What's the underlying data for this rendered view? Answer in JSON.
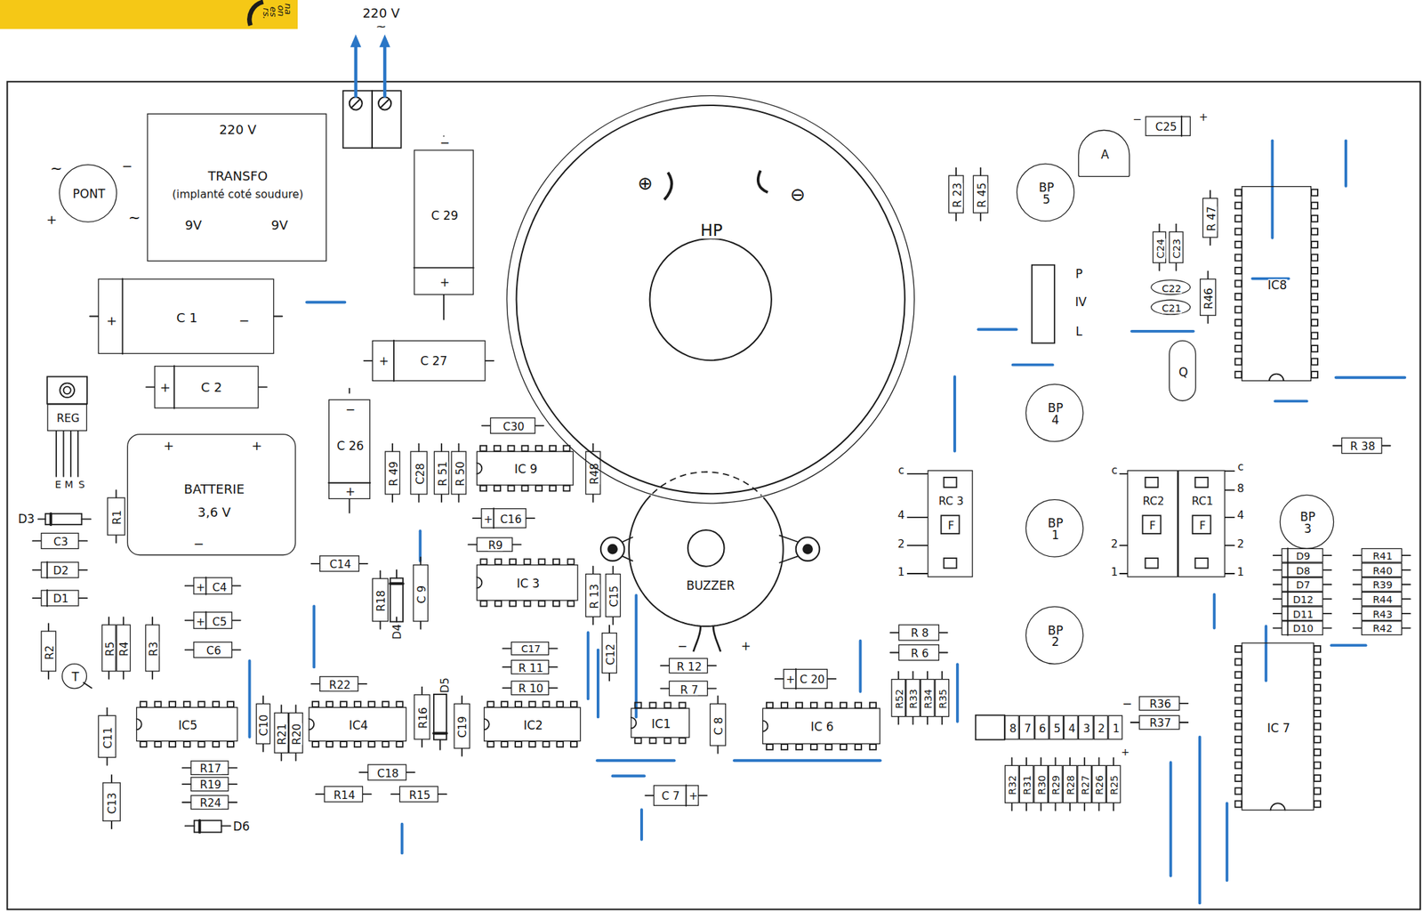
{
  "diagram": {
    "nodes": [
      {
        "text": [
          "220 V",
          "TRANSFO",
          "(implanté coté soudure)",
          "9V",
          "9V"
        ]
      },
      {
        "text": [
          "PONT"
        ]
      },
      {
        "text": [
          "−",
          "C 29",
          "+"
        ]
      },
      {
        "text": [
          "+",
          "C 1",
          "−"
        ]
      },
      {
        "text": [
          "+",
          "C 27"
        ]
      },
      {
        "text": [
          "+",
          "C 2"
        ]
      },
      {
        "text": [
          "REG"
        ]
      },
      {
        "text": [
          "+",
          "+",
          "BATTERIE",
          "3,6 V",
          "−"
        ]
      },
      {
        "text": [
          "−",
          "C 26",
          "+"
        ]
      },
      {
        "text": [
          "R 49"
        ]
      },
      {
        "text": [
          "C28"
        ]
      },
      {
        "text": [
          "R 51"
        ]
      },
      {
        "text": [
          "R 50"
        ]
      },
      {
        "text": [
          "C30"
        ]
      },
      {
        "text": [
          "IC 9"
        ]
      },
      {
        "text": [
          "R48"
        ]
      },
      {
        "text": [
          "HP",
          "⊕",
          "⊖"
        ]
      },
      {
        "text": [
          "BUZZER",
          "−",
          "+"
        ]
      },
      {
        "text": [
          "R1"
        ]
      },
      {
        "text": [
          "C3"
        ]
      },
      {
        "text": [
          "D2"
        ]
      },
      {
        "text": [
          "D1"
        ]
      },
      {
        "text": [
          "+",
          "C16"
        ]
      },
      {
        "text": [
          "R9"
        ]
      },
      {
        "text": [
          "IC 3"
        ]
      },
      {
        "text": [
          "C14"
        ]
      },
      {
        "text": [
          "R18"
        ]
      },
      {
        "text": [
          "C 9"
        ]
      },
      {
        "text": [
          "+",
          "C4"
        ]
      },
      {
        "text": [
          "+",
          "C5"
        ]
      },
      {
        "text": [
          "C6"
        ]
      },
      {
        "text": [
          "R2"
        ]
      },
      {
        "text": [
          "R5"
        ]
      },
      {
        "text": [
          "R4"
        ]
      },
      {
        "text": [
          "R3"
        ]
      },
      {
        "text": [
          "T"
        ]
      },
      {
        "text": [
          "R 13"
        ]
      },
      {
        "text": [
          "C15"
        ]
      },
      {
        "text": [
          "C17"
        ]
      },
      {
        "text": [
          "R 11"
        ]
      },
      {
        "text": [
          "R 10"
        ]
      },
      {
        "text": [
          "R22"
        ]
      },
      {
        "text": [
          "C12"
        ]
      },
      {
        "text": [
          "R 12"
        ]
      },
      {
        "text": [
          "R 7"
        ]
      },
      {
        "text": [
          "+",
          "C 20"
        ]
      },
      {
        "text": [
          "R 8"
        ]
      },
      {
        "text": [
          "R 6"
        ]
      },
      {
        "text": [
          "C11"
        ]
      },
      {
        "text": [
          "IC5"
        ]
      },
      {
        "text": [
          "C10"
        ]
      },
      {
        "text": [
          "R21"
        ]
      },
      {
        "text": [
          "R20"
        ]
      },
      {
        "text": [
          "IC4"
        ]
      },
      {
        "text": [
          "R16"
        ]
      },
      {
        "text": [
          "C19"
        ]
      },
      {
        "text": [
          "IC2"
        ]
      },
      {
        "text": [
          "IC1"
        ]
      },
      {
        "text": [
          "C 8"
        ]
      },
      {
        "text": [
          "IC 6"
        ]
      },
      {
        "text": [
          "R52"
        ]
      },
      {
        "text": [
          "R33"
        ]
      },
      {
        "text": [
          "R34"
        ]
      },
      {
        "text": [
          "R35"
        ]
      },
      {
        "text": [
          "R17"
        ]
      },
      {
        "text": [
          "R19"
        ]
      },
      {
        "text": [
          "R24"
        ]
      },
      {
        "text": [
          "C18"
        ]
      },
      {
        "text": [
          "R14"
        ]
      },
      {
        "text": [
          "R15"
        ]
      },
      {
        "text": [
          "C13"
        ]
      },
      {
        "text": [
          "C 7",
          "+"
        ]
      },
      {
        "text": [
          "−",
          "C25",
          "+"
        ]
      },
      {
        "text": [
          "A"
        ]
      },
      {
        "text": [
          "R 23"
        ]
      },
      {
        "text": [
          "R 45"
        ]
      },
      {
        "text": [
          "BP 5"
        ]
      },
      {
        "text": [
          "R 47"
        ]
      },
      {
        "text": [
          "C24"
        ]
      },
      {
        "text": [
          "C23"
        ]
      },
      {
        "text": [
          "C22"
        ]
      },
      {
        "text": [
          "C21"
        ]
      },
      {
        "text": [
          "R46"
        ]
      },
      {
        "text": [
          "IC8"
        ]
      },
      {
        "text": [
          "Q"
        ]
      },
      {
        "text": [
          "BP 4"
        ]
      },
      {
        "text": [
          "R 38"
        ]
      },
      {
        "text": [
          "RC 3",
          "F"
        ]
      },
      {
        "text": [
          "BP 1"
        ]
      },
      {
        "text": [
          "RC2",
          "F"
        ]
      },
      {
        "text": [
          "RC1",
          "F"
        ]
      },
      {
        "text": [
          "BP 3"
        ]
      },
      {
        "text": [
          "D9"
        ]
      },
      {
        "text": [
          "D8"
        ]
      },
      {
        "text": [
          "D7"
        ]
      },
      {
        "text": [
          "D12"
        ]
      },
      {
        "text": [
          "D11"
        ]
      },
      {
        "text": [
          "D10"
        ]
      },
      {
        "text": [
          "R41"
        ]
      },
      {
        "text": [
          "R40"
        ]
      },
      {
        "text": [
          "R39"
        ]
      },
      {
        "text": [
          "R44"
        ]
      },
      {
        "text": [
          "R43"
        ]
      },
      {
        "text": [
          "R42"
        ]
      },
      {
        "text": [
          "BP 2"
        ]
      },
      {
        "text": [
          "IC 7"
        ]
      },
      {
        "text": [
          "R36"
        ]
      },
      {
        "text": [
          "R37"
        ]
      },
      {
        "text": [
          "8"
        ]
      },
      {
        "text": [
          "7"
        ]
      },
      {
        "text": [
          "6"
        ]
      },
      {
        "text": [
          "5"
        ]
      },
      {
        "text": [
          "4"
        ]
      },
      {
        "text": [
          "3"
        ]
      },
      {
        "text": [
          "2"
        ]
      },
      {
        "text": [
          "1"
        ]
      },
      {
        "text": [
          "R32"
        ]
      },
      {
        "text": [
          "R31"
        ]
      },
      {
        "text": [
          "R30"
        ]
      },
      {
        "text": [
          "R29"
        ]
      },
      {
        "text": [
          "R28"
        ]
      },
      {
        "text": [
          "R27"
        ]
      },
      {
        "text": [
          "R26"
        ]
      },
      {
        "text": [
          "R25"
        ]
      }
    ],
    "labels": [
      "na",
      "on",
      "es",
      "rs.",
      "220 V",
      "~",
      "~",
      "−",
      "+",
      "~",
      "E",
      "M",
      "S",
      "D3",
      "D4",
      "D5",
      "D6",
      "P",
      "IV",
      "L",
      "c",
      "4",
      "2",
      "1",
      "c",
      "2",
      "1",
      "c",
      "8",
      "4",
      "2",
      "1",
      "−",
      "+"
    ]
  }
}
